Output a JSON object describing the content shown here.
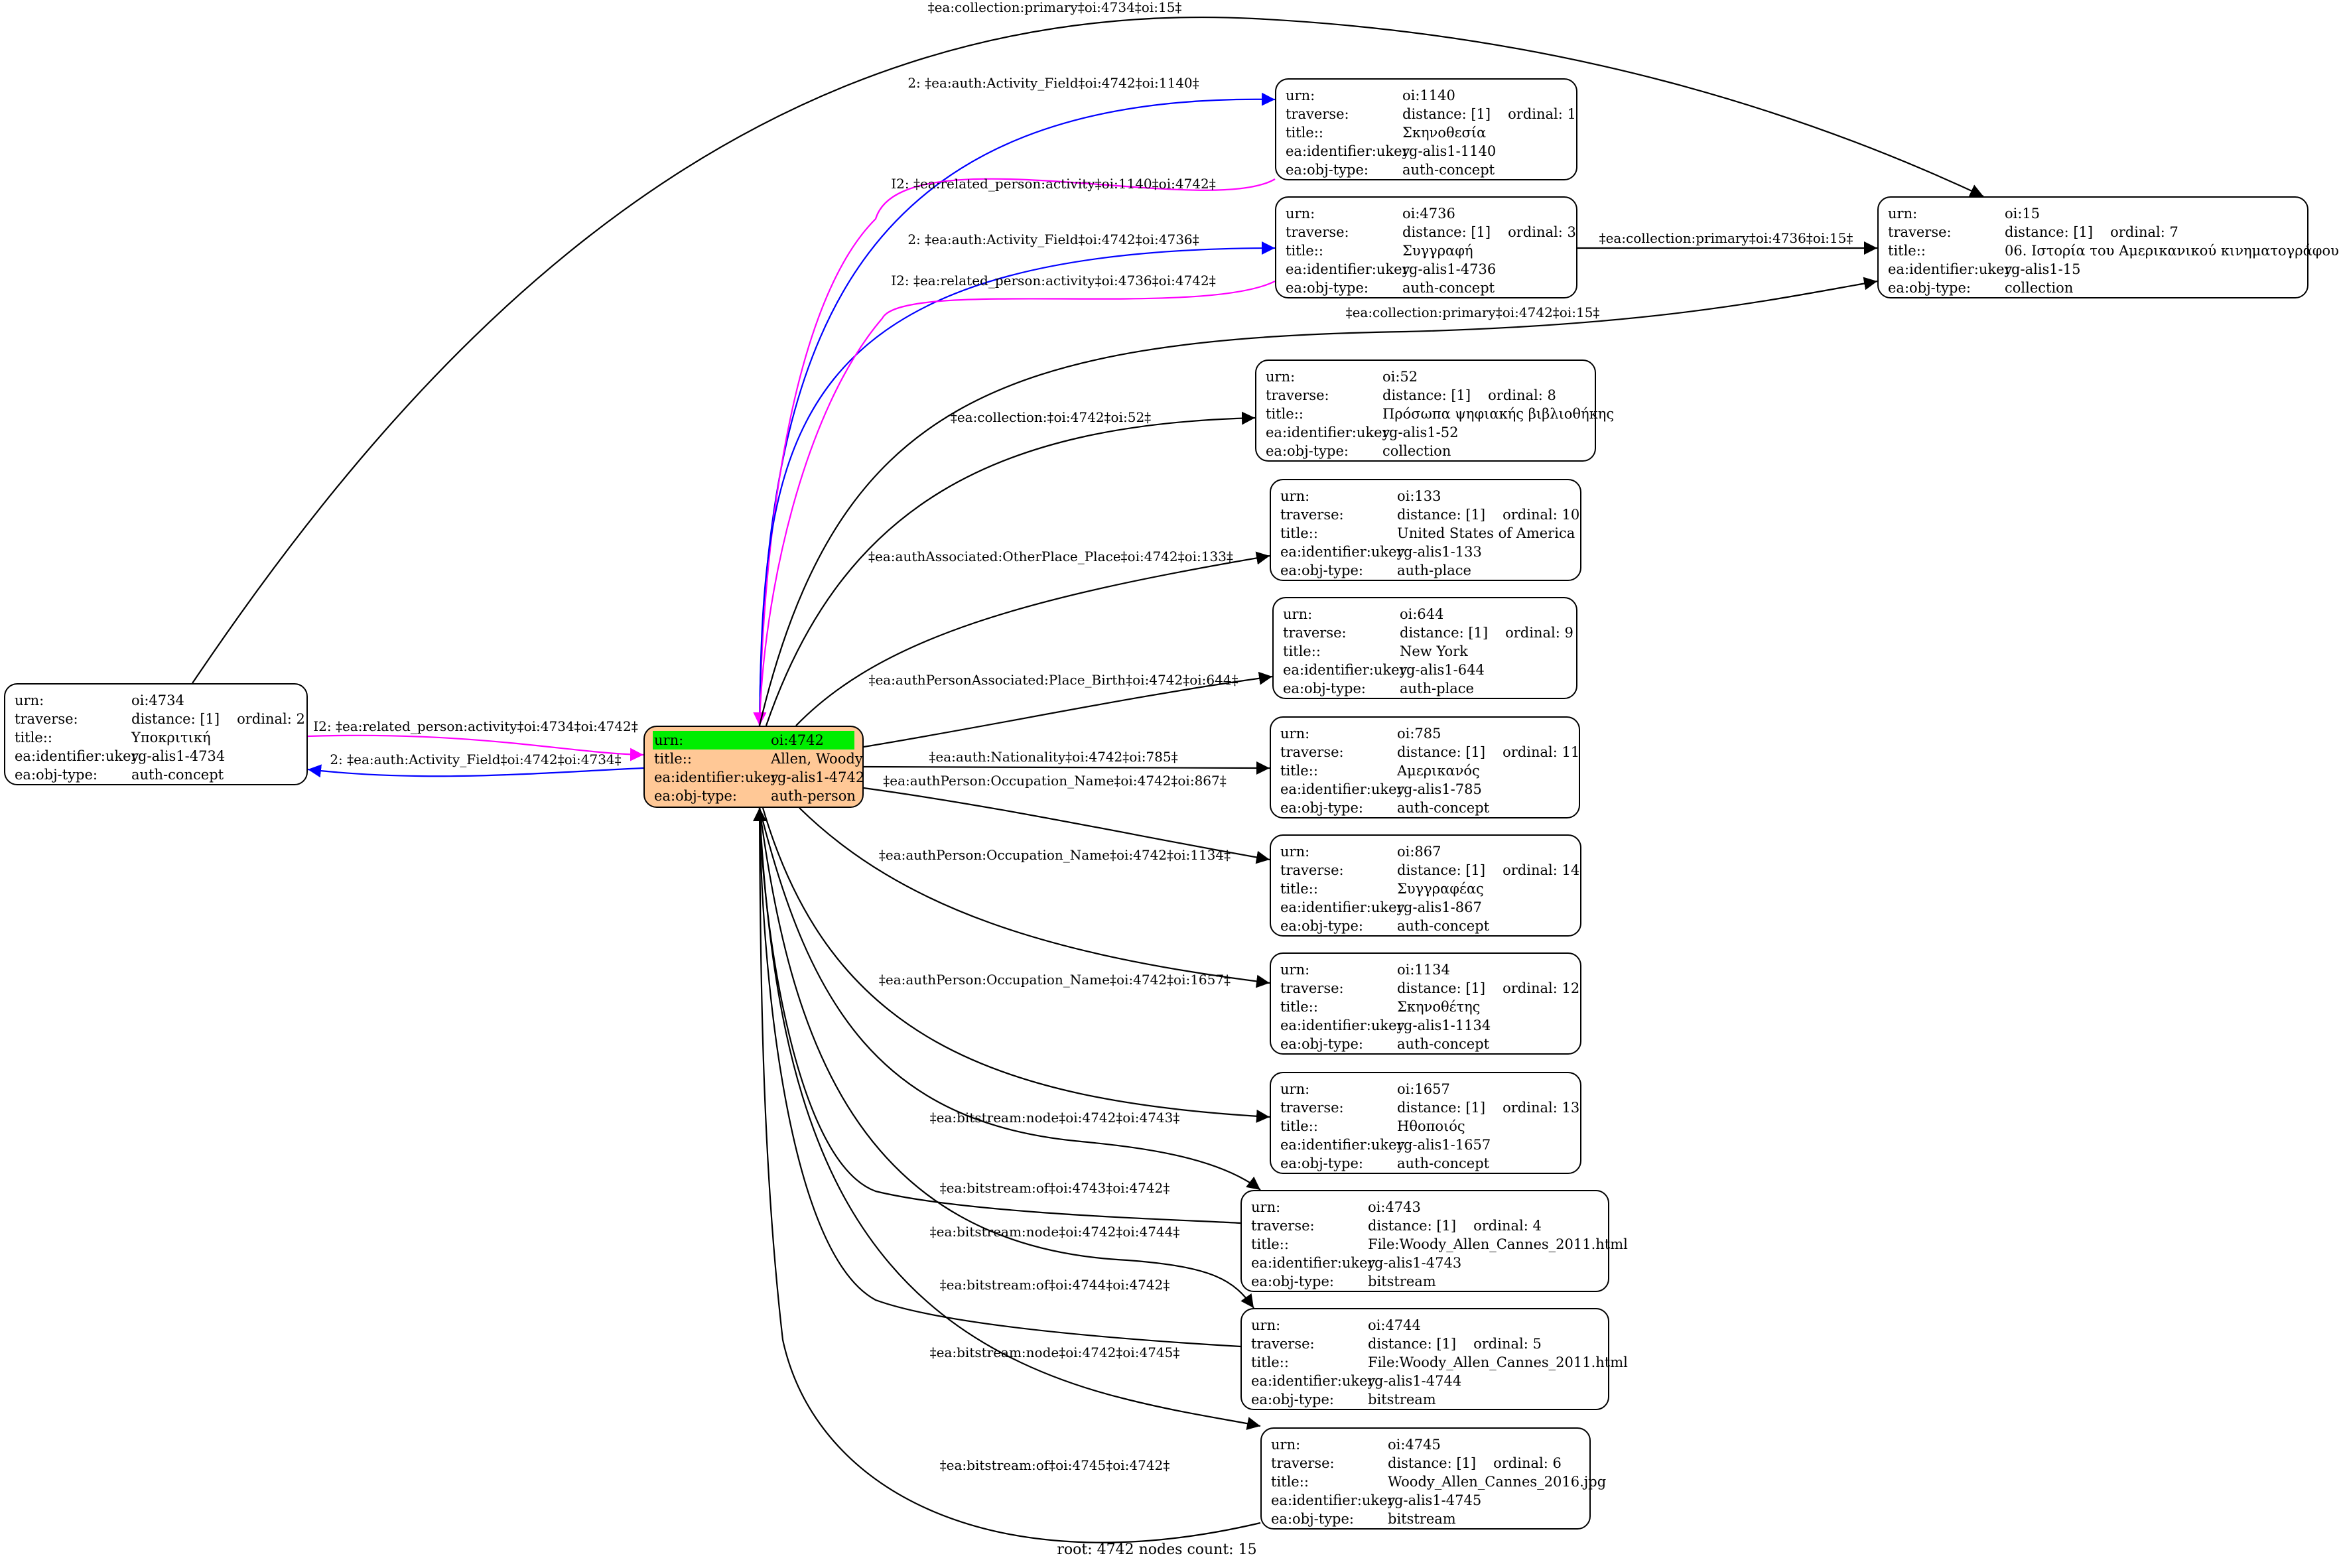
{
  "diagram": {
    "footer": "root: 4742 nodes count: 15",
    "colors": {
      "root_fill": "#ffc896",
      "root_highlight": "#00ee00",
      "blue_edge": "#0000ff",
      "magenta_edge": "#ff00ff",
      "black_edge": "#000000"
    },
    "nodes": [
      {
        "id": "n4734",
        "rows": [
          {
            "k": "urn:",
            "v": "oi:4734"
          },
          {
            "k": "traverse:",
            "v": "distance: [1]",
            "o": "ordinal: 2"
          },
          {
            "k": "title::",
            "v": "Υποκριτική"
          },
          {
            "k": "ea:identifier:ukey",
            "v": "rg-alis1-4734"
          },
          {
            "k": "ea:obj-type:",
            "v": "auth-concept"
          }
        ]
      },
      {
        "id": "n4742",
        "root": true,
        "rows": [
          {
            "k": "urn:",
            "v": "oi:4742",
            "hl": true
          },
          {
            "k": "title::",
            "v": "Allen, Woody"
          },
          {
            "k": "ea:identifier:ukey",
            "v": "rg-alis1-4742"
          },
          {
            "k": "ea:obj-type:",
            "v": "auth-person"
          }
        ]
      },
      {
        "id": "n1140",
        "rows": [
          {
            "k": "urn:",
            "v": "oi:1140"
          },
          {
            "k": "traverse:",
            "v": "distance: [1]",
            "o": "ordinal: 1"
          },
          {
            "k": "title::",
            "v": "Σκηνοθεσία"
          },
          {
            "k": "ea:identifier:ukey",
            "v": "rg-alis1-1140"
          },
          {
            "k": "ea:obj-type:",
            "v": "auth-concept"
          }
        ]
      },
      {
        "id": "n4736",
        "rows": [
          {
            "k": "urn:",
            "v": "oi:4736"
          },
          {
            "k": "traverse:",
            "v": "distance: [1]",
            "o": "ordinal: 3"
          },
          {
            "k": "title::",
            "v": "Συγγραφή"
          },
          {
            "k": "ea:identifier:ukey",
            "v": "rg-alis1-4736"
          },
          {
            "k": "ea:obj-type:",
            "v": "auth-concept"
          }
        ]
      },
      {
        "id": "n15",
        "rows": [
          {
            "k": "urn:",
            "v": "oi:15"
          },
          {
            "k": "traverse:",
            "v": "distance: [1]",
            "o": "ordinal: 7"
          },
          {
            "k": "title::",
            "v": "06. Ιστορία του Αμερικανικού κινηματογράφου"
          },
          {
            "k": "ea:identifier:ukey",
            "v": "rg-alis1-15"
          },
          {
            "k": "ea:obj-type:",
            "v": "collection"
          }
        ]
      },
      {
        "id": "n52",
        "rows": [
          {
            "k": "urn:",
            "v": "oi:52"
          },
          {
            "k": "traverse:",
            "v": "distance: [1]",
            "o": "ordinal: 8"
          },
          {
            "k": "title::",
            "v": "Πρόσωπα ψηφιακής βιβλιοθήκης"
          },
          {
            "k": "ea:identifier:ukey",
            "v": "rg-alis1-52"
          },
          {
            "k": "ea:obj-type:",
            "v": "collection"
          }
        ]
      },
      {
        "id": "n133",
        "rows": [
          {
            "k": "urn:",
            "v": "oi:133"
          },
          {
            "k": "traverse:",
            "v": "distance: [1]",
            "o": "ordinal: 10"
          },
          {
            "k": "title::",
            "v": "United States of America"
          },
          {
            "k": "ea:identifier:ukey",
            "v": "rg-alis1-133"
          },
          {
            "k": "ea:obj-type:",
            "v": "auth-place"
          }
        ]
      },
      {
        "id": "n644",
        "rows": [
          {
            "k": "urn:",
            "v": "oi:644"
          },
          {
            "k": "traverse:",
            "v": "distance: [1]",
            "o": "ordinal: 9"
          },
          {
            "k": "title::",
            "v": "New York"
          },
          {
            "k": "ea:identifier:ukey",
            "v": "rg-alis1-644"
          },
          {
            "k": "ea:obj-type:",
            "v": "auth-place"
          }
        ]
      },
      {
        "id": "n785",
        "rows": [
          {
            "k": "urn:",
            "v": "oi:785"
          },
          {
            "k": "traverse:",
            "v": "distance: [1]",
            "o": "ordinal: 11"
          },
          {
            "k": "title::",
            "v": "Αμερικανός"
          },
          {
            "k": "ea:identifier:ukey",
            "v": "rg-alis1-785"
          },
          {
            "k": "ea:obj-type:",
            "v": "auth-concept"
          }
        ]
      },
      {
        "id": "n867",
        "rows": [
          {
            "k": "urn:",
            "v": "oi:867"
          },
          {
            "k": "traverse:",
            "v": "distance: [1]",
            "o": "ordinal: 14"
          },
          {
            "k": "title::",
            "v": "Συγγραφέας"
          },
          {
            "k": "ea:identifier:ukey",
            "v": "rg-alis1-867"
          },
          {
            "k": "ea:obj-type:",
            "v": "auth-concept"
          }
        ]
      },
      {
        "id": "n1134",
        "rows": [
          {
            "k": "urn:",
            "v": "oi:1134"
          },
          {
            "k": "traverse:",
            "v": "distance: [1]",
            "o": "ordinal: 12"
          },
          {
            "k": "title::",
            "v": "Σκηνοθέτης"
          },
          {
            "k": "ea:identifier:ukey",
            "v": "rg-alis1-1134"
          },
          {
            "k": "ea:obj-type:",
            "v": "auth-concept"
          }
        ]
      },
      {
        "id": "n1657",
        "rows": [
          {
            "k": "urn:",
            "v": "oi:1657"
          },
          {
            "k": "traverse:",
            "v": "distance: [1]",
            "o": "ordinal: 13"
          },
          {
            "k": "title::",
            "v": "Ηθοποιός"
          },
          {
            "k": "ea:identifier:ukey",
            "v": "rg-alis1-1657"
          },
          {
            "k": "ea:obj-type:",
            "v": "auth-concept"
          }
        ]
      },
      {
        "id": "n4743",
        "rows": [
          {
            "k": "urn:",
            "v": "oi:4743"
          },
          {
            "k": "traverse:",
            "v": "distance: [1]",
            "o": "ordinal: 4"
          },
          {
            "k": "title::",
            "v": "File:Woody_Allen_Cannes_2011.html"
          },
          {
            "k": "ea:identifier:ukey",
            "v": "rg-alis1-4743"
          },
          {
            "k": "ea:obj-type:",
            "v": "bitstream"
          }
        ]
      },
      {
        "id": "n4744",
        "rows": [
          {
            "k": "urn:",
            "v": "oi:4744"
          },
          {
            "k": "traverse:",
            "v": "distance: [1]",
            "o": "ordinal: 5"
          },
          {
            "k": "title::",
            "v": "File:Woody_Allen_Cannes_2011.html"
          },
          {
            "k": "ea:identifier:ukey",
            "v": "rg-alis1-4744"
          },
          {
            "k": "ea:obj-type:",
            "v": "bitstream"
          }
        ]
      },
      {
        "id": "n4745",
        "rows": [
          {
            "k": "urn:",
            "v": "oi:4745"
          },
          {
            "k": "traverse:",
            "v": "distance: [1]",
            "o": "ordinal: 6"
          },
          {
            "k": "title::",
            "v": "Woody_Allen_Cannes_2016.jpg"
          },
          {
            "k": "ea:identifier:ukey",
            "v": "rg-alis1-4745"
          },
          {
            "k": "ea:obj-type:",
            "v": "bitstream"
          }
        ]
      }
    ],
    "edges": [
      {
        "id": "e1",
        "label": "‡ea:collection:primary‡oi:4734‡oi:15‡",
        "color": "black"
      },
      {
        "id": "e2",
        "label": "2: ‡ea:auth:Activity_Field‡oi:4742‡oi:1140‡",
        "color": "blue"
      },
      {
        "id": "e3",
        "label": "I2: ‡ea:related_person:activity‡oi:1140‡oi:4742‡",
        "color": "magenta"
      },
      {
        "id": "e4",
        "label": "2: ‡ea:auth:Activity_Field‡oi:4742‡oi:4736‡",
        "color": "blue"
      },
      {
        "id": "e5",
        "label": "I2: ‡ea:related_person:activity‡oi:4736‡oi:4742‡",
        "color": "magenta"
      },
      {
        "id": "e6",
        "label": "‡ea:collection:primary‡oi:4736‡oi:15‡",
        "color": "black"
      },
      {
        "id": "e7",
        "label": "‡ea:collection:primary‡oi:4742‡oi:15‡",
        "color": "black"
      },
      {
        "id": "e8",
        "label": "‡ea:collection:‡oi:4742‡oi:52‡",
        "color": "black"
      },
      {
        "id": "e9",
        "label": "‡ea:authAssociated:OtherPlace_Place‡oi:4742‡oi:133‡",
        "color": "black"
      },
      {
        "id": "e10",
        "label": "‡ea:authPersonAssociated:Place_Birth‡oi:4742‡oi:644‡",
        "color": "black"
      },
      {
        "id": "e11",
        "label": "‡ea:auth:Nationality‡oi:4742‡oi:785‡",
        "color": "black"
      },
      {
        "id": "e12",
        "label": "‡ea:authPerson:Occupation_Name‡oi:4742‡oi:867‡",
        "color": "black"
      },
      {
        "id": "e13",
        "label": "‡ea:authPerson:Occupation_Name‡oi:4742‡oi:1134‡",
        "color": "black"
      },
      {
        "id": "e14",
        "label": "‡ea:authPerson:Occupation_Name‡oi:4742‡oi:1657‡",
        "color": "black"
      },
      {
        "id": "e15",
        "label": "‡ea:bitstream:node‡oi:4742‡oi:4743‡",
        "color": "black"
      },
      {
        "id": "e16",
        "label": "‡ea:bitstream:of‡oi:4743‡oi:4742‡",
        "color": "black"
      },
      {
        "id": "e17",
        "label": "‡ea:bitstream:node‡oi:4742‡oi:4744‡",
        "color": "black"
      },
      {
        "id": "e18",
        "label": "‡ea:bitstream:of‡oi:4744‡oi:4742‡",
        "color": "black"
      },
      {
        "id": "e19",
        "label": "‡ea:bitstream:node‡oi:4742‡oi:4745‡",
        "color": "black"
      },
      {
        "id": "e20",
        "label": "‡ea:bitstream:of‡oi:4745‡oi:4742‡",
        "color": "black"
      },
      {
        "id": "e21",
        "label": "I2: ‡ea:related_person:activity‡oi:4734‡oi:4742‡",
        "color": "magenta"
      },
      {
        "id": "e22",
        "label": "2: ‡ea:auth:Activity_Field‡oi:4742‡oi:4734‡",
        "color": "blue"
      }
    ]
  }
}
